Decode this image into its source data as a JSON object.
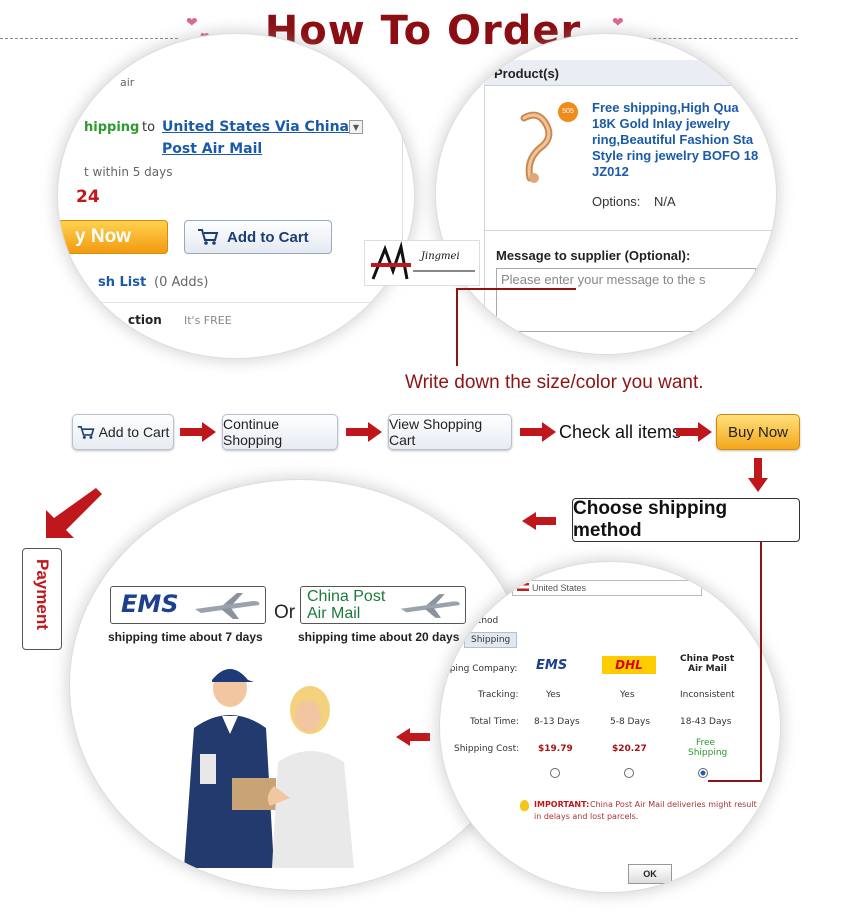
{
  "header": {
    "title": "How To Order"
  },
  "circle_product": {
    "ship_word": "hipping",
    "ship_to": "to",
    "ship_link_1": "United States Via China",
    "ship_link_2": "Post Air Mail",
    "within": "t within 5 days",
    "price_frag": "24",
    "buy_label": "y Now",
    "cart_label": "Add to Cart",
    "wish_label": "sh List",
    "wish_count": "(0 Adds)",
    "protection": "ction",
    "free": "It's FREE",
    "air_frag": "air"
  },
  "circle_order": {
    "products_header": "Product(s)",
    "badge": "505",
    "title_lines": [
      "Free shipping,High Qua",
      "18K Gold Inlay jewelry",
      "ring,Beautiful Fashion Sta",
      "Style ring jewelry BOFO 18",
      "JZ012"
    ],
    "options_label": "Options:",
    "options_value": "N/A",
    "message_label": "Message to supplier (Optional):",
    "message_placeholder": "Please enter your message to the s"
  },
  "logo": {
    "script": "Jingmei"
  },
  "instruction": "Write down the size/color you want.",
  "flow": {
    "add_to_cart": "Add to Cart",
    "continue": "Continue Shopping",
    "view_cart": "View Shopping Cart",
    "check": "Check all items",
    "buy_now": "Buy Now"
  },
  "choose_shipping": "Choose shipping method",
  "payment": "Payment",
  "carriers": {
    "ems_logo": "EMS",
    "ems_time": "shipping time about 7 days",
    "or": "Or",
    "china_post_1": "China Post",
    "china_post_2": "Air Mail",
    "china_post_time": "shipping time about 20 days"
  },
  "shipping_table": {
    "country": "United States",
    "method_label": "ping Method",
    "tab": "Shipping",
    "company_label": "pping Company:",
    "tracking_label": "Tracking:",
    "total_label": "Total Time:",
    "cost_label": "Shipping Cost:",
    "ems": "EMS",
    "dhl": "DHL",
    "chinapost_1": "China Post",
    "chinapost_2": "Air Mail",
    "tracking": [
      "Yes",
      "Yes",
      "Inconsistent"
    ],
    "times": [
      "8-13 Days",
      "5-8 Days",
      "18-43 Days"
    ],
    "costs": [
      "$19.79",
      "$20.27",
      "Free"
    ],
    "free_2": "Shipping",
    "important_label": "IMPORTANT:",
    "important_text_1": "China Post Air Mail deliveries might result",
    "important_text_2": "in delays and lost parcels.",
    "ok": "OK"
  },
  "colors": {
    "title": "#8b0e12",
    "arrow": "#c0171d",
    "link": "#1a5aa8",
    "buy": "#f4a71d"
  }
}
